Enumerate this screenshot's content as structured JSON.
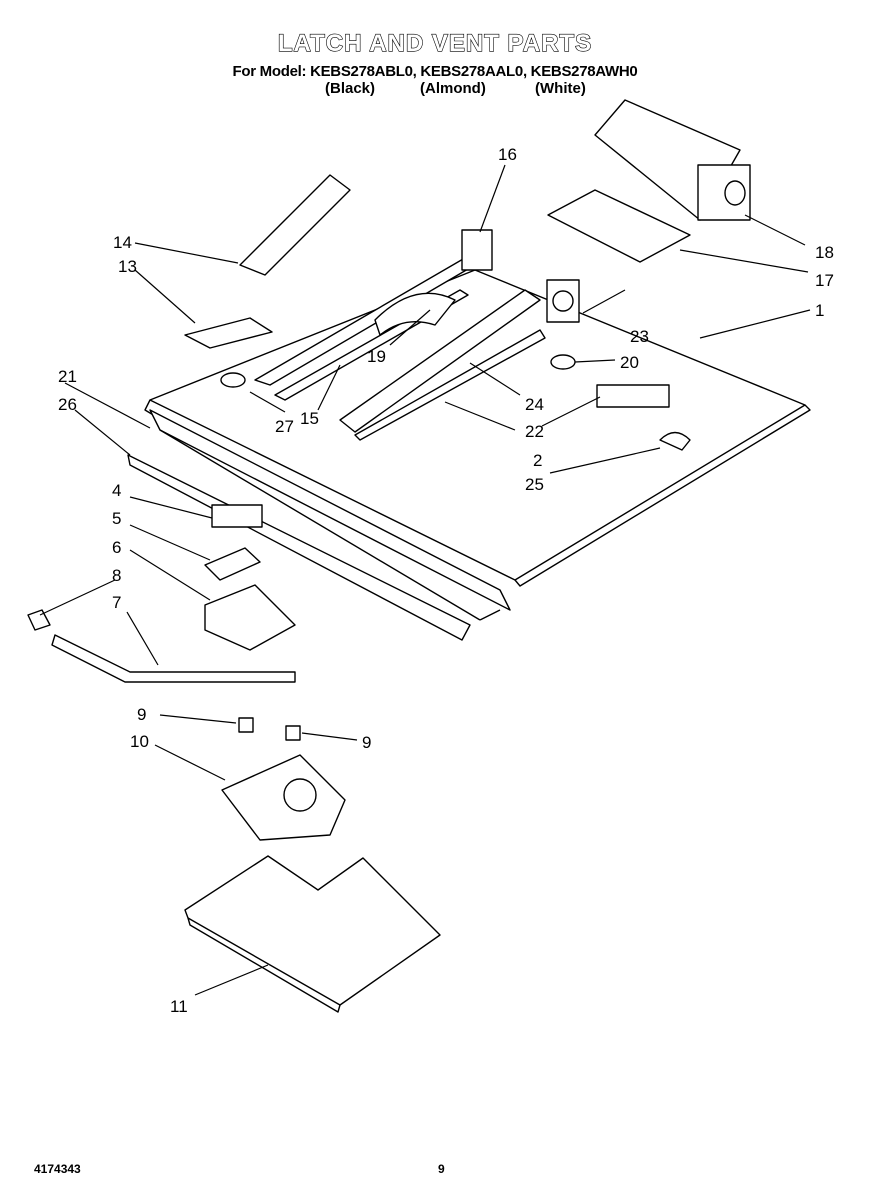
{
  "header": {
    "title": "LATCH AND VENT PARTS",
    "models": "For Model: KEBS278ABL0, KEBS278AAL0, KEBS278AWH0",
    "colors": {
      "black": "(Black)",
      "almond": "(Almond)",
      "white": "(White)"
    }
  },
  "callouts": {
    "c1": "1",
    "c2": "2",
    "c4": "4",
    "c5": "5",
    "c6": "6",
    "c7": "7",
    "c8": "8",
    "c9a": "9",
    "c9b": "9",
    "c10": "10",
    "c11": "11",
    "c13": "13",
    "c14": "14",
    "c15": "15",
    "c16": "16",
    "c17": "17",
    "c18": "18",
    "c19": "19",
    "c20": "20",
    "c21": "21",
    "c22": "22",
    "c23": "23",
    "c24": "24",
    "c25": "25",
    "c26": "26",
    "c27": "27"
  },
  "footer": {
    "doc_number": "4174343",
    "page_number": "9"
  }
}
